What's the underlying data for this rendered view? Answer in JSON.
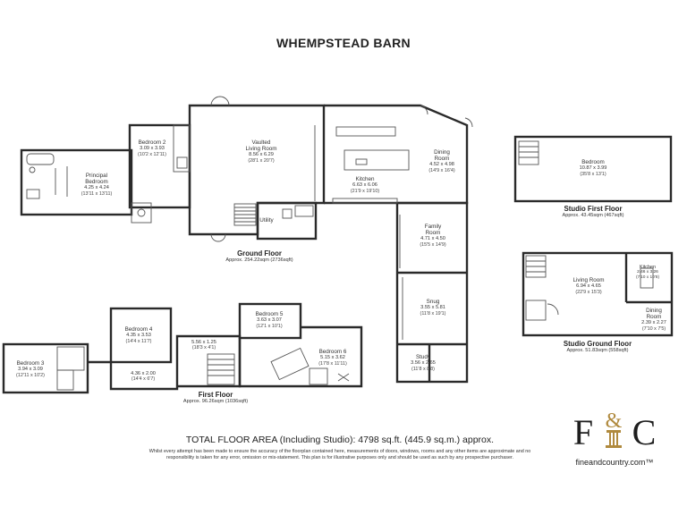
{
  "title": "WHEMPSTEAD BARN",
  "floors": {
    "ground": {
      "name": "Ground Floor",
      "area": "Approx. 254.22sqm (2736sqft)"
    },
    "first": {
      "name": "First Floor",
      "area": "Approx. 96.26sqm (1036sqft)"
    },
    "studio_first": {
      "name": "Studio First Floor",
      "area": "Approx. 43.45sqm (467sqft)"
    },
    "studio_ground": {
      "name": "Studio Ground Floor",
      "area": "Approx. 51.83sqm (558sqft)"
    }
  },
  "rooms": {
    "principal_bedroom": {
      "name": "Principal\nBedroom",
      "metric": "4.25 x 4.24",
      "imperial": "(13'11 x 13'11)"
    },
    "bedroom2": {
      "name": "Bedroom 2",
      "metric": "3.09 x 3.93",
      "imperial": "(10'2 x 12'11)"
    },
    "living": {
      "name": "Vaulted\nLiving Room",
      "metric": "8.56 x 6.29",
      "imperial": "(28'1 x 20'7)"
    },
    "dining": {
      "name": "Dining\nRoom",
      "metric": "4.52 x 4.98",
      "imperial": "(14'9 x 16'4)"
    },
    "kitchen": {
      "name": "Kitchen",
      "metric": "6.63 x 6.06",
      "imperial": "(21'9 x 19'10)"
    },
    "utility": {
      "name": "Utility"
    },
    "family": {
      "name": "Family\nRoom",
      "metric": "4.71 x 4.50",
      "imperial": "(15'5 x 14'9)"
    },
    "snug": {
      "name": "Snug",
      "metric": "3.55 x 5.81",
      "imperial": "(11'8 x 19'1)"
    },
    "study": {
      "name": "Study",
      "metric": "3.56 x 2.65",
      "imperial": "(11'8 x 8'8)"
    },
    "bedroom3": {
      "name": "Bedroom 3",
      "metric": "3.94 x 3.09",
      "imperial": "(12'11 x 10'2)"
    },
    "bedroom4": {
      "name": "Bedroom 4",
      "metric": "4.35 x 3.53",
      "imperial": "(14'4 x 11'7)"
    },
    "landing": {
      "metric": "5.56 x 1.25",
      "imperial": "(18'3 x 4'1)"
    },
    "hall": {
      "metric": "4.36 x 2.00",
      "imperial": "(14'4 x 6'7)"
    },
    "bedroom5": {
      "name": "Bedroom 5",
      "metric": "3.63 x 3.07",
      "imperial": "(12'1 x 10'1)"
    },
    "bedroom6": {
      "name": "Bedroom 6",
      "metric": "5.15 x 3.62",
      "imperial": "(17'8 x 11'11)"
    },
    "studio_bedroom": {
      "name": "Bedroom",
      "metric": "10.87 x 3.99",
      "imperial": "(35'8 x 13'1)"
    },
    "studio_living": {
      "name": "Living Room",
      "metric": "6.94 x 4.65",
      "imperial": "(22'9 x 15'3)"
    },
    "studio_kitchen": {
      "name": "Kitchen",
      "metric": "2.46 x 3.26",
      "imperial": "(7'10 x 10'8)"
    },
    "studio_dining": {
      "name": "Dining\nRoom",
      "metric": "2.39 x 2.27",
      "imperial": "(7'10 x 7'5)"
    }
  },
  "total": "TOTAL FLOOR AREA (Including Studio): 4798 sq.ft. (445.9 sq.m.) approx.",
  "disclaimer": "Whilst every attempt has been made to ensure the accuracy of the floorplan contained here, measurements of doors, windows, rooms and any other items are approximate and no responsibility is taken for any error, omission or mis-statement. This plan is for illustrative purposes only and should be used as such by any prospective purchaser.",
  "logo": {
    "letters_left": "F",
    "amp": "&",
    "letters_right": "C",
    "website": "fineandcountry.com™"
  },
  "colors": {
    "wall": "#2a2a2a",
    "logo_gold": "#b08a3e",
    "logo_dark": "#1e1e1e"
  }
}
